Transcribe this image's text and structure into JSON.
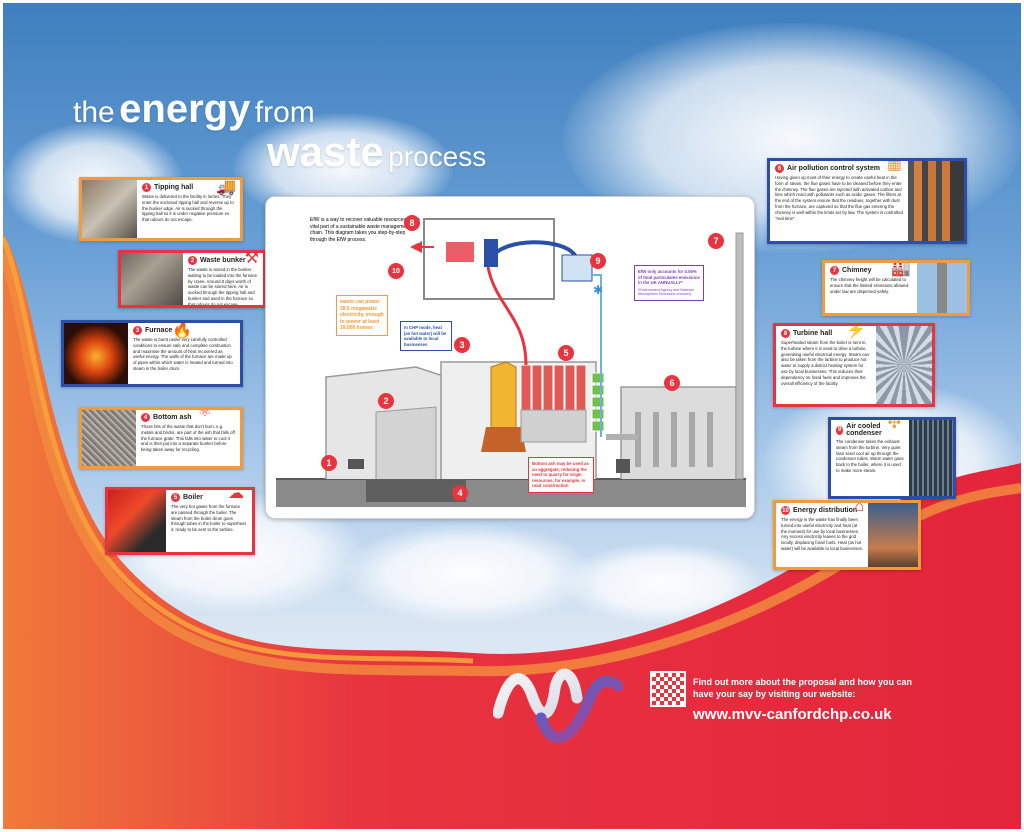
{
  "title": {
    "line1_prefix": "the",
    "line1_bold": "energy",
    "line1_suffix": "from",
    "line2_bold": "waste",
    "line2_suffix": "process"
  },
  "colors": {
    "red": "#e8343f",
    "blue": "#2b4fa8",
    "orange": "#f39a3b",
    "purple": "#7b3fb5"
  },
  "cards_left": [
    {
      "number": "1",
      "heading": "Tipping hall",
      "icon": "truck-icon",
      "border": "orange",
      "body": "Waste is delivered to the facility in lorries. They enter the enclosed tipping hall and reverse up to the bunker edge. Air is sucked through the tipping hall so it is under negative pressure so that odours do not escape."
    },
    {
      "number": "2",
      "heading": "Waste bunker",
      "icon": "crane-claw-icon",
      "border": "red",
      "body": "The waste is stored in the bunker waiting to be loaded into the furnace by crane. Around 8 days worth of waste can be stored here. Air is sucked through the tipping hall and bunker and used in the furnace so that odours do not escape."
    },
    {
      "number": "3",
      "heading": "Furnace",
      "icon": "flame-icon",
      "border": "blue",
      "body": "The waste is burnt under very carefully controlled conditions to ensure safe and complete combustion and maximise the amount of heat recovered as useful energy. The walls of the furnace are made up of pipes within which water is heated and turned into steam in the boiler drum."
    },
    {
      "number": "4",
      "heading": "Bottom ash",
      "icon": "molecule-icon",
      "border": "orange",
      "body": "Those bits of the waste that don't burn, e.g. metals and bricks, are part of the ash that falls off the furnace grate. This falls into water to cool it and is then put into a separate bunker before being taken away for recycling."
    },
    {
      "number": "5",
      "heading": "Boiler",
      "icon": "steam-icon",
      "border": "red",
      "body": "The very hot gases from the furnace are passed through the boiler. The steam from the boiler drum goes through tubes in the boiler to superheat it, ready to be sent to the turbine."
    }
  ],
  "cards_right": [
    {
      "number": "6",
      "heading": "Air pollution control system",
      "icon": "filter-icon",
      "border": "blue",
      "body": "Having given up most of their energy to create useful heat in the form of steam, the flue gases have to be cleaned before they enter the chimney. The flue gases are injected with activated carbon and lime which react with pollutants such as acidic gases. The filters at the end of the system ensure that the residues, together with dust from the furnace, are captured so that the flue gas entering the chimney is well within the limits set by law. The system is controlled \"real time\"."
    },
    {
      "number": "7",
      "heading": "Chimney",
      "icon": "chimney-icon",
      "border": "orange",
      "body": "The chimney height will be calculated to ensure that the limited emissions allowed under law are dispersed safely."
    },
    {
      "number": "8",
      "heading": "Turbine hall",
      "icon": "lightning-icon",
      "border": "red",
      "body": "Superheated steam from the boiler is sent to the turbine where it is used to drive a turbine, generating useful electrical energy. Steam can also be taken from the turbine to produce hot water to supply a district heating system for use by local businesses. This reduces their dependency on fossil fuels and improves the overall efficiency of the facility."
    },
    {
      "number": "9",
      "heading": "Air cooled condenser",
      "icon": "fan-icon",
      "border": "blue",
      "body": "The condenser takes the exhaust steam from the turbine. Very quiet fans send cool air up through the condenser tubes. Warm water goes back to the boiler, where it is used to make more steam."
    },
    {
      "number": "10",
      "heading": "Energy distribution",
      "icon": "pylon-icon",
      "border": "orange",
      "body": "The energy in the waste has finally been turned into useful electricity and heat (at the moment) for use by local businesses. Any excess electricity leaves to the grid locally, displacing fossil fuels. Heat (as hot water) will be available to local businesses."
    }
  ],
  "diagram": {
    "intro": "EfW is a way to recover valuable resources and a vital part of a sustainable waste management chain. This diagram takes you step-by-step through the EfW process.",
    "electricity_callout": "waste can power 28.5 megawatts electricity, enough to power at least 39,000 homes",
    "chp_callout": "In CHP mode, heat (as hot water) will be available to local businesses",
    "emissions_callout": "EfW only accounts for 0.05% of total particulates emissions in the UK ANNUALLY*",
    "emissions_footnote": "*Environment Agency and National Atmospheric Emissions Inventory",
    "bottom_ash_callout": "Bottom ash may be used as an aggregate, reducing the need to quarry for virgin resources, for example, in road construction",
    "numbers": [
      "1",
      "2",
      "3",
      "4",
      "5",
      "6",
      "7",
      "8",
      "9",
      "10"
    ]
  },
  "footer": {
    "cta": "Find out more about the proposal and how you can have your say by visiting our website:",
    "website": "www.mvv-canfordchp.co.uk"
  }
}
